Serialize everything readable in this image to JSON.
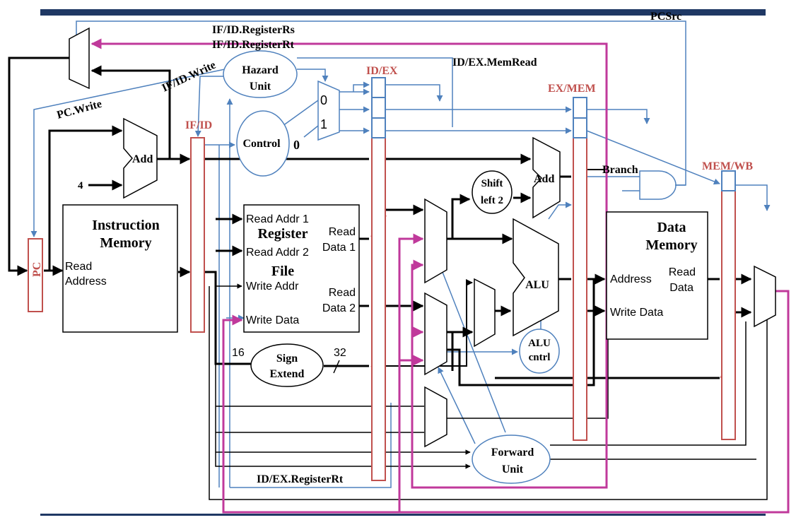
{
  "colors": {
    "banner": "#1f3864",
    "pipeline_reg": "#c0504d",
    "control_line": "#4f81bd",
    "forward_line": "#c0399b",
    "datapath": "#000000"
  },
  "labels": {
    "pc_src": "PCSrc",
    "if_id_rs": "IF/ID.RegisterRs",
    "if_id_rt": "IF/ID.RegisterRt",
    "if_id_write": "IF/ID.Write",
    "pc_write": "PC.Write",
    "hazard_unit": "Hazard Unit",
    "hazard_1": "Hazard",
    "hazard_2": "Unit",
    "id_ex_memread": "ID/EX.MemRead",
    "id_ex": "ID/EX",
    "ex_mem": "EX/MEM",
    "mem_wb": "MEM/WB",
    "if_id": "IF/ID",
    "control": "Control",
    "mux0": "0",
    "mux1": "1",
    "zero_in": "0",
    "add": "Add",
    "add2": "Add",
    "four": "4",
    "branch": "Branch",
    "shift_1": "Shift",
    "shift_2": "left 2",
    "im_1": "Instruction",
    "im_2": "Memory",
    "read": "Read",
    "address": "Address",
    "pc": "PC",
    "ra1": "Read Addr 1",
    "reg_title": "Register",
    "ra2": "Read Addr 2",
    "file": "File",
    "wa": "Write Addr",
    "wd": "Write Data",
    "read_a": "Read",
    "data1": "Data 1",
    "read_b": "Read",
    "data2": "Data 2",
    "alu": "ALU",
    "alu_c1": "ALU",
    "alu_c2": "cntrl",
    "dm_1": "Data",
    "dm_2": "Memory",
    "dm_addr": "Address",
    "dm_read": "Read",
    "dm_data": "Data",
    "dm_wd": "Write Data",
    "sx_1": "Sign",
    "sx_2": "Extend",
    "n16": "16",
    "n32": "32",
    "fw_1": "Forward",
    "fw_2": "Unit",
    "id_ex_rt": "ID/EX.RegisterRt"
  }
}
